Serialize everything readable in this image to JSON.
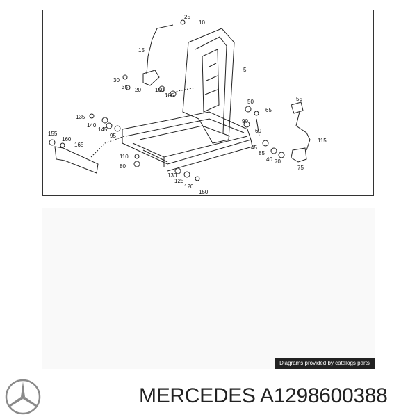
{
  "diagram": {
    "labels": [
      "25",
      "10",
      "15",
      "5",
      "30",
      "35",
      "20",
      "100",
      "105",
      "50",
      "55",
      "65",
      "90",
      "60",
      "135",
      "140",
      "145",
      "95",
      "155",
      "160",
      "165",
      "45",
      "85",
      "40",
      "70",
      "75",
      "115",
      "110",
      "80",
      "130",
      "125",
      "120",
      "150"
    ]
  },
  "attribution": "Diagrams provided by catalogs parts",
  "brand": {
    "logo_name": "mercedes-benz-star-icon",
    "caption": "MERCEDES A1298600388"
  }
}
